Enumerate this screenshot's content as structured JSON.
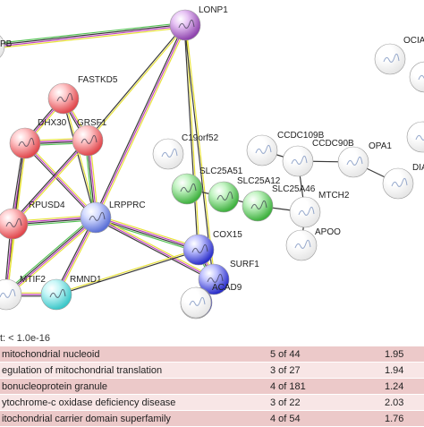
{
  "network": {
    "nodes": [
      {
        "id": "LONP1",
        "label": "LONP1",
        "color": "#8e44ad",
        "light": "#e8c6f5"
      },
      {
        "id": "FASTKD5",
        "label": "FASTKD5",
        "color": "#e0474c",
        "light": "#ffc9cb"
      },
      {
        "id": "DHX30",
        "label": "DHX30",
        "color": "#e0474c",
        "light": "#ffc9cb"
      },
      {
        "id": "GRSF1",
        "label": "GRSF1",
        "color": "#e0474c",
        "light": "#ffc9cb"
      },
      {
        "id": "RPUSD4",
        "label": "RPUSD4",
        "color": "#e0474c",
        "light": "#ffc9cb"
      },
      {
        "id": "LRPPRC",
        "label": "LRPPRC",
        "color": "#5a6fd6",
        "light": "#d6ddff"
      },
      {
        "id": "MTIF2",
        "label": "MTIF2",
        "color": "#e6e6e6",
        "light": "#ffffff"
      },
      {
        "id": "RMND1",
        "label": "RMND1",
        "color": "#3cc7c9",
        "light": "#c9f7f8"
      },
      {
        "id": "C19orf52",
        "label": "C19orf52",
        "color": "#e6e6e6",
        "light": "#ffffff"
      },
      {
        "id": "SLC25A51",
        "label": "SLC25A51",
        "color": "#3fb13f",
        "light": "#c7f5c7"
      },
      {
        "id": "SLC25A12",
        "label": "SLC25A12",
        "color": "#3fb13f",
        "light": "#c7f5c7"
      },
      {
        "id": "SLC25A46",
        "label": "SLC25A46",
        "color": "#3fb13f",
        "light": "#c7f5c7"
      },
      {
        "id": "CCDC109B",
        "label": "CCDC109B",
        "color": "#e6e6e6",
        "light": "#ffffff"
      },
      {
        "id": "CCDC90B",
        "label": "CCDC90B",
        "color": "#e6e6e6",
        "light": "#ffffff"
      },
      {
        "id": "MTCH2",
        "label": "MTCH2",
        "color": "#e6e6e6",
        "light": "#ffffff"
      },
      {
        "id": "APOO",
        "label": "APOO",
        "color": "#e6e6e6",
        "light": "#ffffff"
      },
      {
        "id": "COX15",
        "label": "COX15",
        "color": "#2a2ec9",
        "light": "#c3c5ff"
      },
      {
        "id": "SURF1",
        "label": "SURF1",
        "color": "#2a2ec9",
        "light": "#c3c5ff"
      },
      {
        "id": "ACAD9",
        "label": "ACAD9",
        "color": "#2a2ec9",
        "light": "#c3c5ff"
      },
      {
        "id": "ACAD9b",
        "label": "",
        "color": "#e6e6e6",
        "light": "#ffffff"
      },
      {
        "id": "OPA1",
        "label": "OPA1",
        "color": "#e6e6e6",
        "light": "#ffffff"
      },
      {
        "id": "OCIA",
        "label": "OCIA",
        "color": "#e6e6e6",
        "light": "#ffffff"
      },
      {
        "id": "DIA",
        "label": "DIA",
        "color": "#e6e6e6",
        "light": "#ffffff"
      },
      {
        "id": "PB",
        "label": "PB",
        "color": "#e6e6e6",
        "light": "#ffffff"
      }
    ],
    "edges": [
      {
        "a": "LONP1",
        "b": "PB",
        "colors": [
          "#e8e23a",
          "#c040c0",
          "#3a3a3a",
          "#55c455"
        ]
      },
      {
        "a": "LONP1",
        "b": "LRPPRC",
        "colors": [
          "#e8e23a",
          "#c040c0",
          "#3a3a3a"
        ]
      },
      {
        "a": "LONP1",
        "b": "GRSF1",
        "colors": [
          "#e8e23a",
          "#3a3a3a"
        ]
      },
      {
        "a": "LONP1",
        "b": "COX15",
        "colors": [
          "#e8e23a",
          "#3a3a3a"
        ]
      },
      {
        "a": "LONP1",
        "b": "SURF1",
        "colors": [
          "#e8e23a",
          "#3a3a3a"
        ]
      },
      {
        "a": "FASTKD5",
        "b": "DHX30",
        "colors": [
          "#e8e23a",
          "#c040c0",
          "#3a3a3a"
        ]
      },
      {
        "a": "FASTKD5",
        "b": "GRSF1",
        "colors": [
          "#e8e23a",
          "#c040c0",
          "#3a3a3a"
        ]
      },
      {
        "a": "FASTKD5",
        "b": "LRPPRC",
        "colors": [
          "#e8e23a",
          "#3a3a3a"
        ]
      },
      {
        "a": "DHX30",
        "b": "GRSF1",
        "colors": [
          "#e8e23a",
          "#c040c0",
          "#3a3a3a",
          "#55c455"
        ]
      },
      {
        "a": "DHX30",
        "b": "LRPPRC",
        "colors": [
          "#e8e23a",
          "#c040c0",
          "#3a3a3a"
        ]
      },
      {
        "a": "DHX30",
        "b": "RPUSD4",
        "colors": [
          "#e8e23a",
          "#c040c0",
          "#3a3a3a"
        ]
      },
      {
        "a": "DHX30",
        "b": "MTIF2",
        "colors": [
          "#e8e23a",
          "#3a3a3a"
        ]
      },
      {
        "a": "GRSF1",
        "b": "LRPPRC",
        "colors": [
          "#e8e23a",
          "#c040c0",
          "#3a3a3a",
          "#55c455"
        ]
      },
      {
        "a": "GRSF1",
        "b": "RPUSD4",
        "colors": [
          "#e8e23a",
          "#c040c0",
          "#3a3a3a"
        ]
      },
      {
        "a": "RPUSD4",
        "b": "LRPPRC",
        "colors": [
          "#e8e23a",
          "#c040c0",
          "#3a3a3a",
          "#55c455"
        ]
      },
      {
        "a": "RPUSD4",
        "b": "MTIF2",
        "colors": [
          "#e8e23a",
          "#c040c0",
          "#3a3a3a"
        ]
      },
      {
        "a": "LRPPRC",
        "b": "MTIF2",
        "colors": [
          "#e8e23a",
          "#c040c0",
          "#3a3a3a",
          "#55c455"
        ]
      },
      {
        "a": "LRPPRC",
        "b": "RMND1",
        "colors": [
          "#e8e23a",
          "#c040c0",
          "#3a3a3a"
        ]
      },
      {
        "a": "LRPPRC",
        "b": "COX15",
        "colors": [
          "#e8e23a",
          "#c040c0",
          "#3a3a3a",
          "#55c455"
        ]
      },
      {
        "a": "LRPPRC",
        "b": "SURF1",
        "colors": [
          "#e8e23a",
          "#c040c0",
          "#3a3a3a"
        ]
      },
      {
        "a": "MTIF2",
        "b": "RMND1",
        "colors": [
          "#e8e23a",
          "#c040c0",
          "#3a3a3a"
        ]
      },
      {
        "a": "RMND1",
        "b": "COX15",
        "colors": [
          "#e8e23a",
          "#3a3a3a"
        ]
      },
      {
        "a": "COX15",
        "b": "SURF1",
        "colors": [
          "#e8e23a",
          "#c040c0",
          "#3a3a3a",
          "#55c455"
        ]
      },
      {
        "a": "SURF1",
        "b": "ACAD9",
        "colors": [
          "#e8e23a",
          "#3a3a3a"
        ]
      },
      {
        "a": "ACAD9",
        "b": "ACAD9b",
        "colors": [
          "#3a3a3a"
        ]
      },
      {
        "a": "SLC25A51",
        "b": "SLC25A12",
        "colors": [
          "#3a3a3a"
        ]
      },
      {
        "a": "SLC25A12",
        "b": "SLC25A46",
        "colors": [
          "#3a3a3a"
        ]
      },
      {
        "a": "SLC25A46",
        "b": "MTCH2",
        "colors": [
          "#3a3a3a"
        ]
      },
      {
        "a": "MTCH2",
        "b": "APOO",
        "colors": [
          "#3a3a3a"
        ]
      },
      {
        "a": "MTCH2",
        "b": "CCDC90B",
        "colors": [
          "#3a3a3a"
        ]
      },
      {
        "a": "CCDC109B",
        "b": "CCDC90B",
        "colors": [
          "#3a3a3a"
        ]
      },
      {
        "a": "CCDC90B",
        "b": "OPA1",
        "colors": [
          "#3a3a3a"
        ]
      },
      {
        "a": "OPA1",
        "b": "DIA",
        "colors": [
          "#3a3a3a"
        ]
      }
    ]
  },
  "pvalue_label": "t:  < 1.0e-16",
  "table": {
    "rows": [
      {
        "term": "mitochondrial nucleoid",
        "count": "5 of 44",
        "fdr": "1.95",
        "bg": "#ecc9c9"
      },
      {
        "term": "egulation of mitochondrial translation",
        "count": "3 of 27",
        "fdr": "1.94",
        "bg": "#f8e6e6"
      },
      {
        "term": "bonucleoprotein granule",
        "count": "4 of 181",
        "fdr": "1.24",
        "bg": "#ecc9c9"
      },
      {
        "term": "ytochrome-c oxidase deficiency disease",
        "count": "3 of 22",
        "fdr": "2.03",
        "bg": "#f8e6e6"
      },
      {
        "term": "itochondrial carrier domain superfamily",
        "count": "4 of 54",
        "fdr": "1.76",
        "bg": "#ecc9c9"
      }
    ]
  }
}
